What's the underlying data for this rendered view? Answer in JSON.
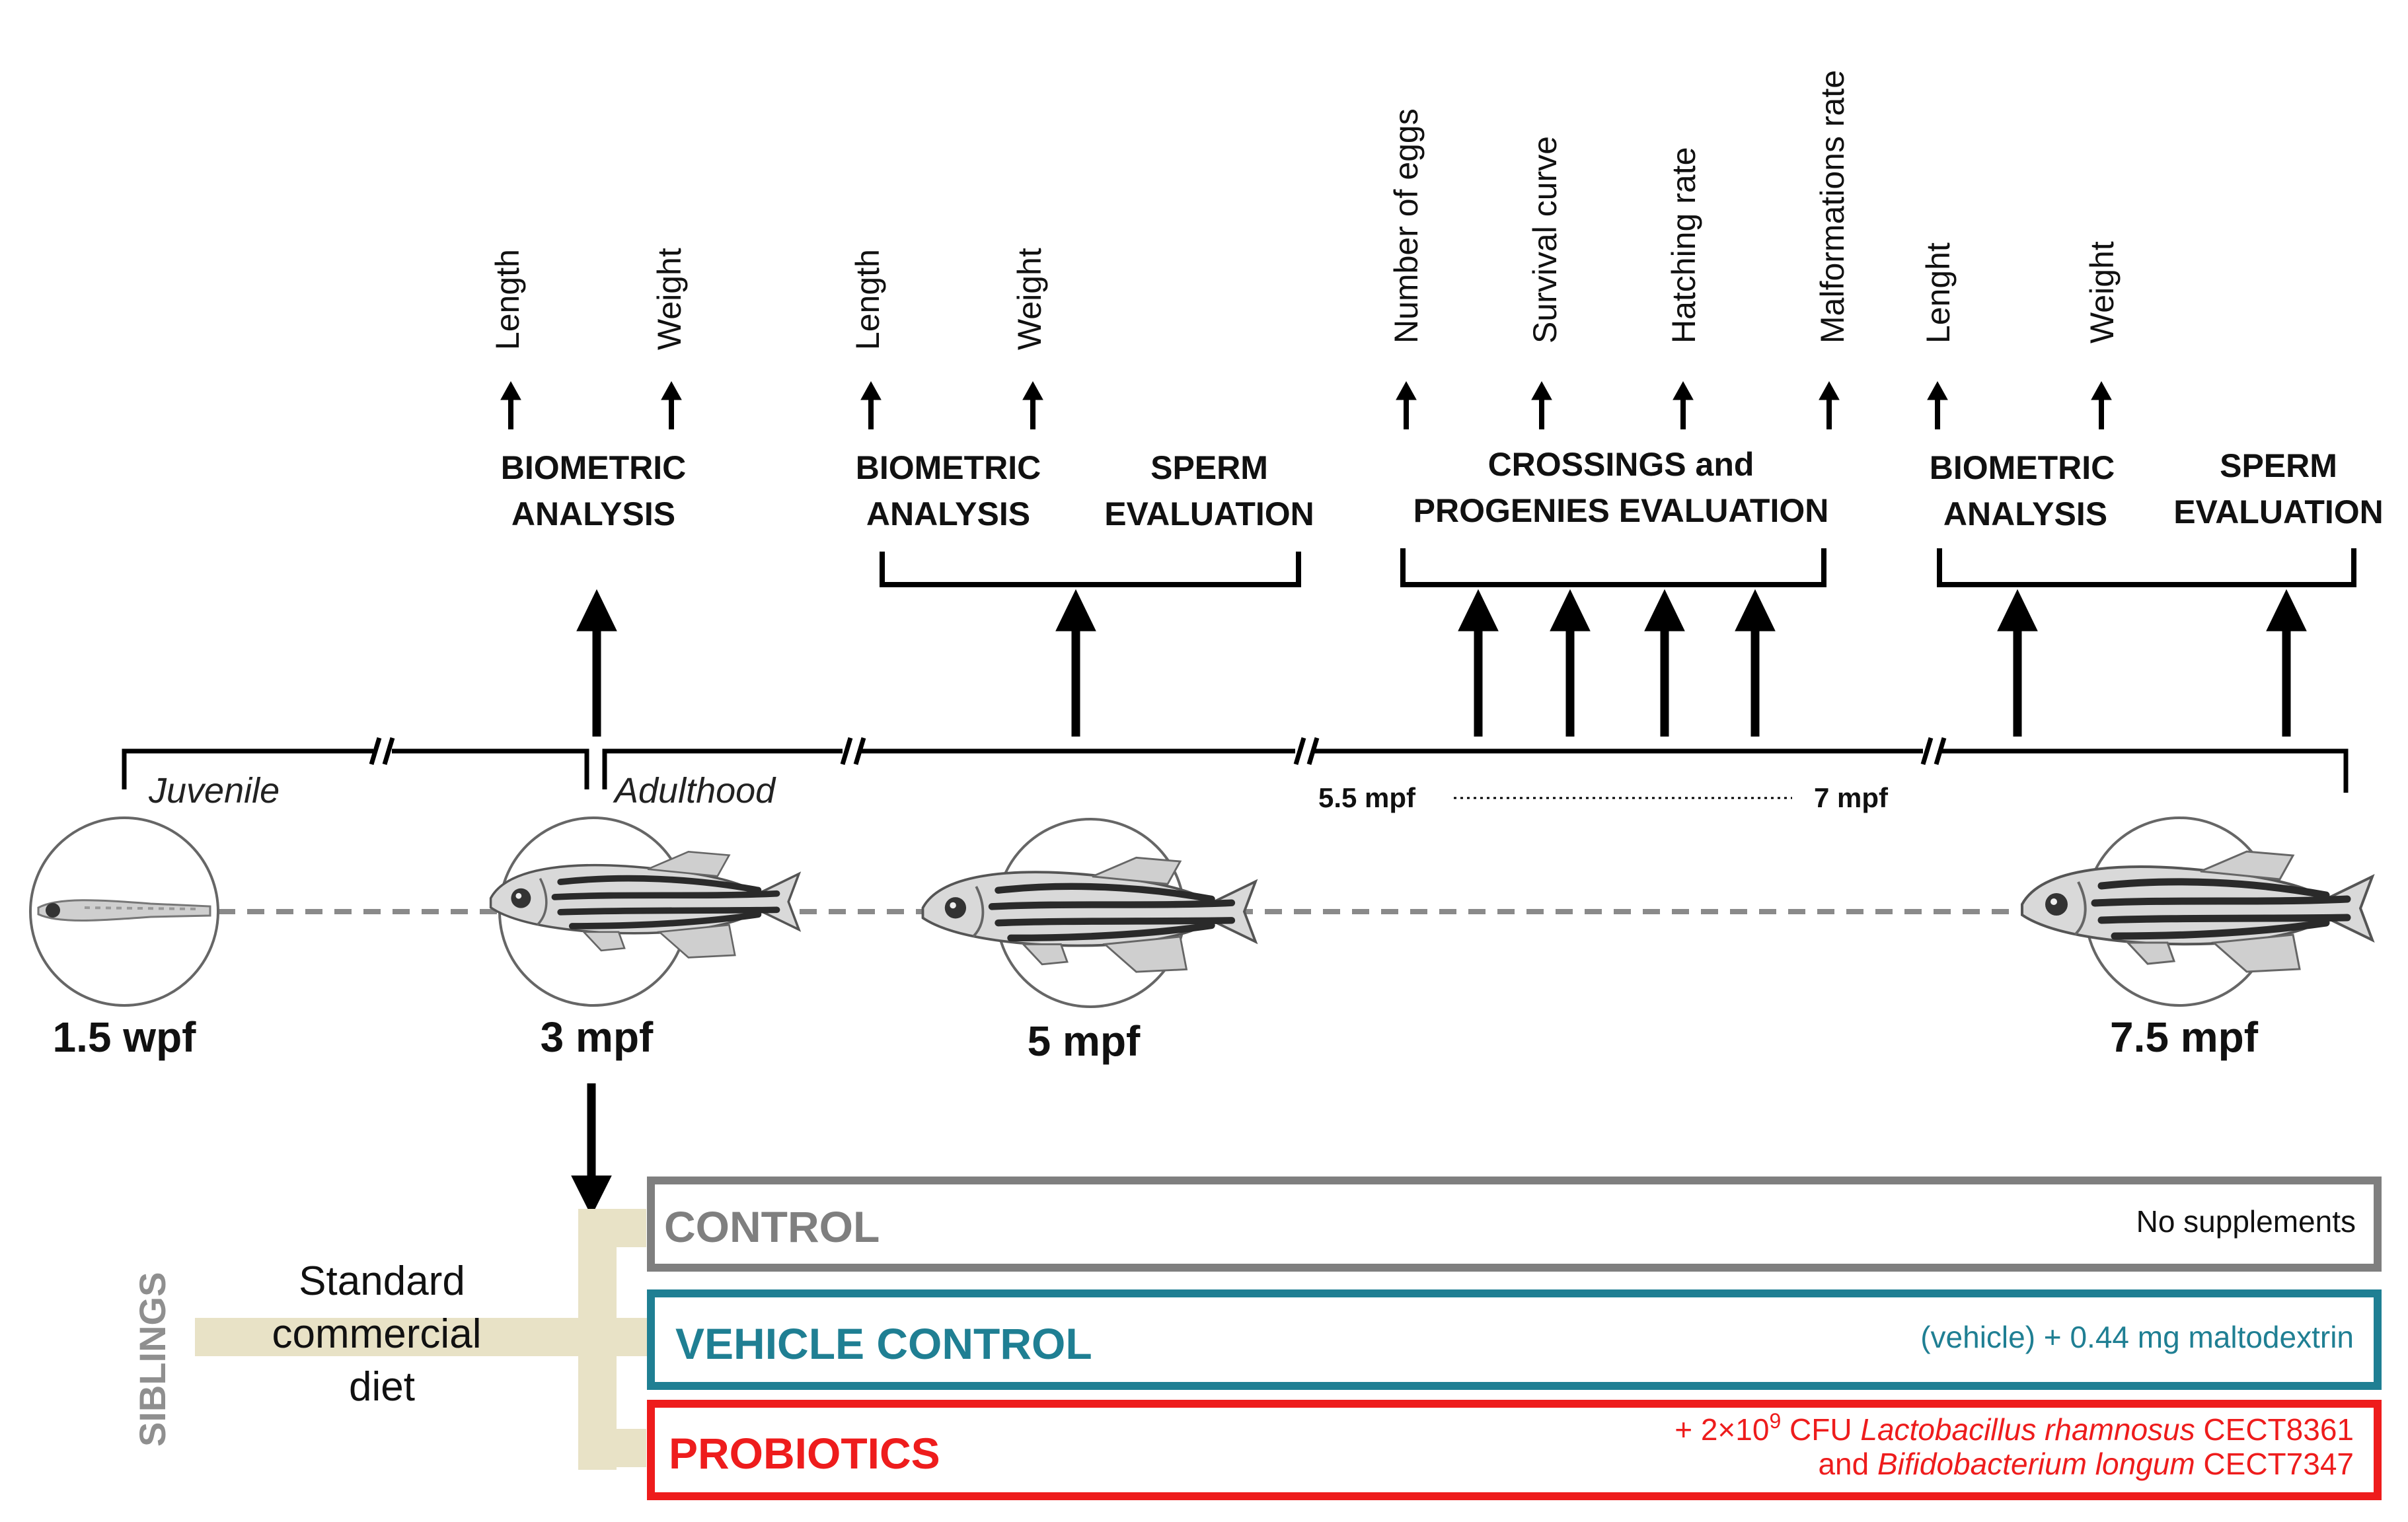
{
  "timeline": {
    "stages": {
      "juvenile": "Juvenile",
      "adulthood": "Adulthood"
    },
    "ages": [
      "1.5 wpf",
      "3 mpf",
      "5 mpf",
      "7.5 mpf"
    ],
    "range": {
      "start": "5.5 mpf",
      "end": "7 mpf"
    }
  },
  "analyses": {
    "biometric_1": {
      "line1": "BIOMETRIC",
      "line2": "ANALYSIS",
      "measures": [
        "Length",
        "Weight"
      ]
    },
    "biometric_2": {
      "line1": "BIOMETRIC",
      "line2": "ANALYSIS",
      "measures": [
        "Length",
        "Weight"
      ]
    },
    "sperm_1": {
      "line1": "SPERM",
      "line2": "EVALUATION"
    },
    "crossings": {
      "line1": "CROSSINGS and",
      "line2": "PROGENIES EVALUATION",
      "measures": [
        "Number of eggs",
        "Survival curve",
        "Hatching rate",
        "Malformations rate"
      ]
    },
    "biometric_3": {
      "line1": "BIOMETRIC",
      "line2": "ANALYSIS",
      "measures": [
        "Lenght",
        "Weight"
      ]
    },
    "sperm_2": {
      "line1": "SPERM",
      "line2": "EVALUATION"
    }
  },
  "groups": {
    "siblings": "SIBLINGS",
    "diet": [
      "Standard",
      "commercial",
      "diet"
    ],
    "control": {
      "name": "CONTROL",
      "desc": "No supplements",
      "color": "#7f7f7f"
    },
    "vehicle": {
      "name": "VEHICLE CONTROL",
      "desc": "(vehicle) + 0.44 mg maltodextrin",
      "color": "#1f7f93"
    },
    "probiotics": {
      "name": "PROBIOTICS",
      "color": "#ee1c1c",
      "desc1_pre": "+ 2×10",
      "desc1_exp": "9",
      "desc1_cfu": " CFU  ",
      "desc1_species": "Lactobacillus rhamnosus",
      "desc1_strain": " CECT8361",
      "desc2_pre": "and ",
      "desc2_species": "Bifidobacterium longum",
      "desc2_strain": " CECT7347"
    }
  },
  "colors": {
    "bracket": "#e8e2c6",
    "dashes": "#8a8a8a"
  }
}
